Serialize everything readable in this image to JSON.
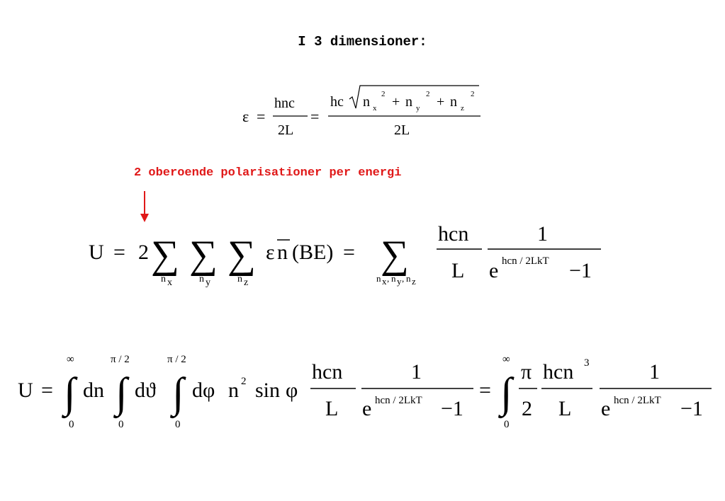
{
  "heading": "I 3 dimensioner:",
  "annotation": {
    "text": "2 oberoende polarisationer per energi",
    "color": "#e01818"
  },
  "eq1": {
    "lhs": "ε",
    "eq": "=",
    "frac1_num": "hnc",
    "frac1_den": "2L",
    "eq2": "=",
    "frac2_num_hc": "hc",
    "n": "n",
    "sub_x": "x",
    "sub_y": "y",
    "sub_z": "z",
    "sq": "2",
    "plus": "+",
    "frac2_den": "2L"
  },
  "eq2": {
    "lhs": "U",
    "eq": "=",
    "coef": "2",
    "sigma": "∑",
    "n": "n",
    "sub_x": "x",
    "sub_y": "y",
    "sub_z": "z",
    "eps": "ε",
    "nbar": "n",
    "be": "(BE)",
    "eq2": "=",
    "comma": ",",
    "frac_num": "hcn",
    "frac_den": "L",
    "one": "1",
    "e": "e",
    "exp": "hcn / 2LkT",
    "minus_one": "−1"
  },
  "eq3": {
    "lhs": "U",
    "eq": "=",
    "integral": "∫",
    "inf": "∞",
    "zero": "0",
    "pi_half": "π / 2",
    "dn": "dn",
    "dtheta": "dϑ",
    "dphi": "dφ",
    "n": "n",
    "sq": "2",
    "sin": "sin",
    "phi": "φ",
    "frac_num": "hcn",
    "frac_den": "L",
    "one": "1",
    "e": "e",
    "exp": "hcn / 2LkT",
    "minus_one": "−1",
    "eq2": "=",
    "pi": "π",
    "two": "2",
    "hcn": "hcn",
    "cube": "3"
  }
}
